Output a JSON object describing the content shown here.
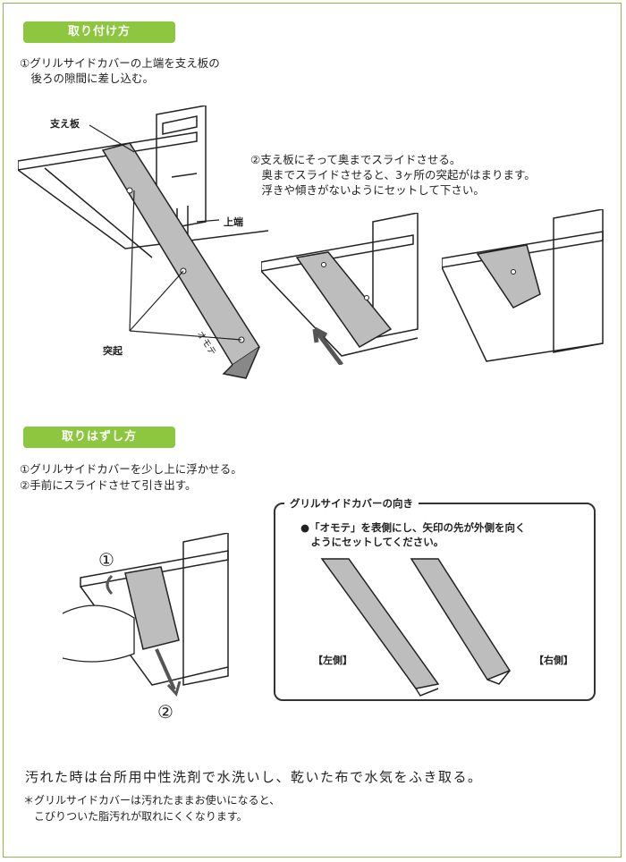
{
  "mount": {
    "heading": "取り付け方",
    "step1": [
      "①グリルサイドカバーの上端を支え板の",
      "　後ろの隙間に差し込む。"
    ],
    "step2": [
      "②支え板にそって奥までスライドさせる。",
      "　奥までスライドさせると、3ヶ所の突起がはまります。",
      "　浮きや傾きがないようにセットして下さい。"
    ],
    "label_support": "支え板",
    "label_top": "上端",
    "label_bumps": "突起",
    "cover_text": "オモテ"
  },
  "remove": {
    "heading": "取りはずし方",
    "step1": "①グリルサイドカバーを少し上に浮かせる。",
    "step2": "②手前にスライドさせて引き出す。",
    "num1": "①",
    "num2": "②"
  },
  "orientation": {
    "title": "グリルサイドカバーの向き",
    "note": [
      "●「オモテ」を表側にし、矢印の先が外側を向く",
      "　ようにセットしてください。"
    ],
    "left_label": "【左側】",
    "right_label": "【右側】"
  },
  "care": {
    "main": "汚れた時は台所用中性洗剤で水洗いし、乾いた布で水気をふき取る。",
    "note": [
      "＊グリルサイドカバーは汚れたままお使いになると、",
      "　こびりついた脂汚れが取れにくくなります。"
    ]
  },
  "colors": {
    "accent": "#8dc63f",
    "border": "#8fb84a"
  }
}
